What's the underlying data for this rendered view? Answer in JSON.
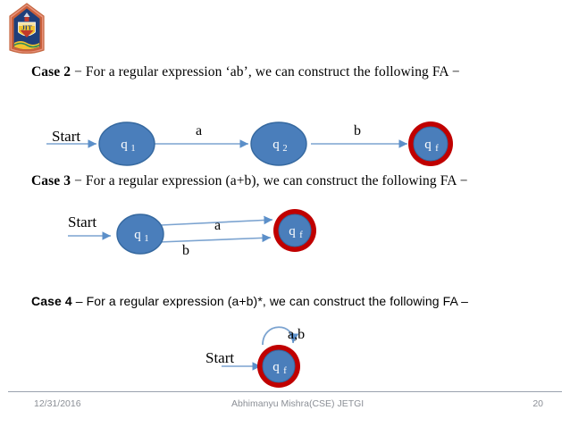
{
  "slide": {
    "logo_alt": "jit-college-crest",
    "background": "#ffffff"
  },
  "colors": {
    "state_fill": "#4a7ebb",
    "state_stroke": "#35689f",
    "final_ring": "#c00000",
    "arrow": "#7ba3d0",
    "text": "#000000",
    "footer_text": "#8b8f96",
    "footer_rule": "#9aa2ae"
  },
  "cases": {
    "case2": {
      "heading_bold": "Case 2",
      "heading_rest": " − For a regular expression ‘ab’, we can construct the following FA −",
      "start_label": "Start",
      "states": [
        {
          "name": "q",
          "sub": "1",
          "final": false
        },
        {
          "name": "q",
          "sub": "2",
          "final": false
        },
        {
          "name": "q",
          "sub": "f",
          "final": true
        }
      ],
      "transitions": [
        {
          "label": "a",
          "from": "q1",
          "to": "q2"
        },
        {
          "label": "b",
          "from": "q2",
          "to": "qf"
        }
      ]
    },
    "case3": {
      "heading_bold": "Case 3",
      "heading_rest": " − For a regular expression (a+b), we can construct the following FA −",
      "start_label": "Start",
      "states": [
        {
          "name": "q",
          "sub": "1",
          "final": false
        },
        {
          "name": "q",
          "sub": "f",
          "final": true
        }
      ],
      "transitions": [
        {
          "label": "a",
          "from": "q1",
          "to": "qf"
        },
        {
          "label": "b",
          "from": "q1",
          "to": "qf"
        }
      ]
    },
    "case4": {
      "heading_bold": "Case 4",
      "heading_rest": " – For a regular expression (a+b)*, we can construct the following FA –",
      "start_label": "Start",
      "states": [
        {
          "name": "q",
          "sub": "f",
          "final": true
        }
      ],
      "transitions": [
        {
          "label": "a,b",
          "from": "qf",
          "to": "qf",
          "self_loop": true
        }
      ]
    }
  },
  "footer": {
    "date": "12/31/2016",
    "author": "Abhimanyu Mishra(CSE) JETGI",
    "page": "20"
  }
}
